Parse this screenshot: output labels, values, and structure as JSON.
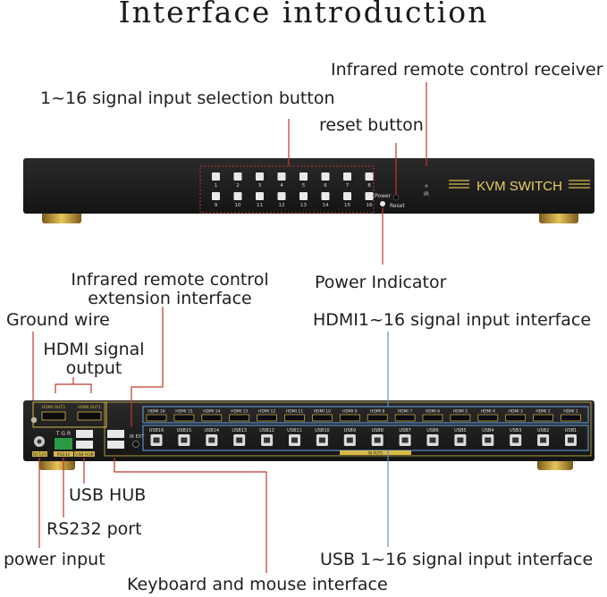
{
  "title": "Interface introduction",
  "front": {
    "brand": "KVM SWITCH",
    "button_numbers": [
      "1",
      "2",
      "3",
      "4",
      "5",
      "6",
      "7",
      "8",
      "9",
      "10",
      "11",
      "12",
      "13",
      "14",
      "15",
      "16"
    ],
    "power_text": "Power",
    "reset_text": "Reset",
    "ir_text": "IR"
  },
  "rear": {
    "hdmi_labels": [
      "HDMI 16",
      "HDMI 15",
      "HDMI 14",
      "HDMI 13",
      "HDMI 12",
      "HDMI 11",
      "HDMI 10",
      "HDMI 9",
      "HDMI 8",
      "HDMI 7",
      "HDMI 6",
      "HDMI 5",
      "HDMI 4",
      "HDMI 3",
      "HDMI 2",
      "HDMI 1"
    ],
    "usb_labels": [
      "USB16",
      "USB15",
      "USB14",
      "USB13",
      "USB12",
      "USB11",
      "USB10",
      "USB9",
      "USB8",
      "USB7",
      "USB6",
      "USB5",
      "USB4",
      "USB3",
      "USB2",
      "USB1"
    ],
    "hdmi_out_labels": [
      "HDMI OUT2",
      "HDMI OUT1"
    ],
    "rs232_pins": "T G R",
    "rs232_text": "RS232",
    "usb_hub_text": "USB HUB",
    "ir_ext_text": "IR EXT",
    "dc_text": "DC12V",
    "inputs_text": "IN PUTS"
  },
  "annotations": {
    "ir_receiver": "Infrared remote control receiver",
    "selection_button": "1~16 signal input selection button",
    "reset_button": "reset button",
    "power_indicator": "Power Indicator",
    "ir_extension_line1": "Infrared remote control",
    "ir_extension_line2": "extension interface",
    "ground_wire": "Ground wire",
    "hdmi_output_line1": "HDMI signal",
    "hdmi_output_line2": "output",
    "hdmi_inputs": "HDMI1~16 signal input interface",
    "usb_hub": "USB HUB",
    "rs232": "RS232 port",
    "power_input": "power input",
    "usb_inputs": "USB 1~16 signal input interface",
    "keyboard_mouse": "Keyboard and mouse interface"
  },
  "colors": {
    "chassis": "#1b1b1b",
    "gold": "#d7b94a",
    "red_line": "#c0392b",
    "blue_line": "#5b8fc9"
  }
}
